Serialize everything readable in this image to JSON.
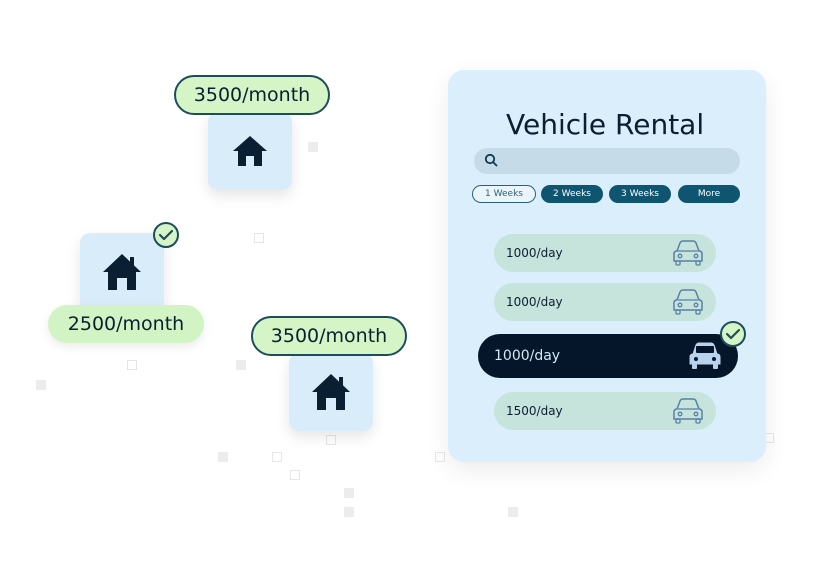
{
  "houses": [
    {
      "price": "3500/month"
    },
    {
      "price": "2500/month"
    },
    {
      "price": "3500/month"
    }
  ],
  "panel": {
    "title": "Vehicle Rental",
    "search_placeholder": "",
    "filters": [
      "1 Weeks",
      "2 Weeks",
      "3 Weeks",
      "More"
    ],
    "selected_filter": "1 Weeks",
    "rates": [
      {
        "label": "1000/day",
        "icon": "car-icon",
        "selected": false
      },
      {
        "label": "1000/day",
        "icon": "car-icon",
        "selected": false
      },
      {
        "label": "1000/day",
        "icon": "car-icon",
        "selected": true
      },
      {
        "label": "1500/day",
        "icon": "car-icon",
        "selected": false
      }
    ]
  },
  "colors": {
    "panel_bg": "#dbeefb",
    "pill_bg": "#d5f5c7",
    "selected_row_bg": "#06162a",
    "chip_filled": "#0f5570"
  }
}
